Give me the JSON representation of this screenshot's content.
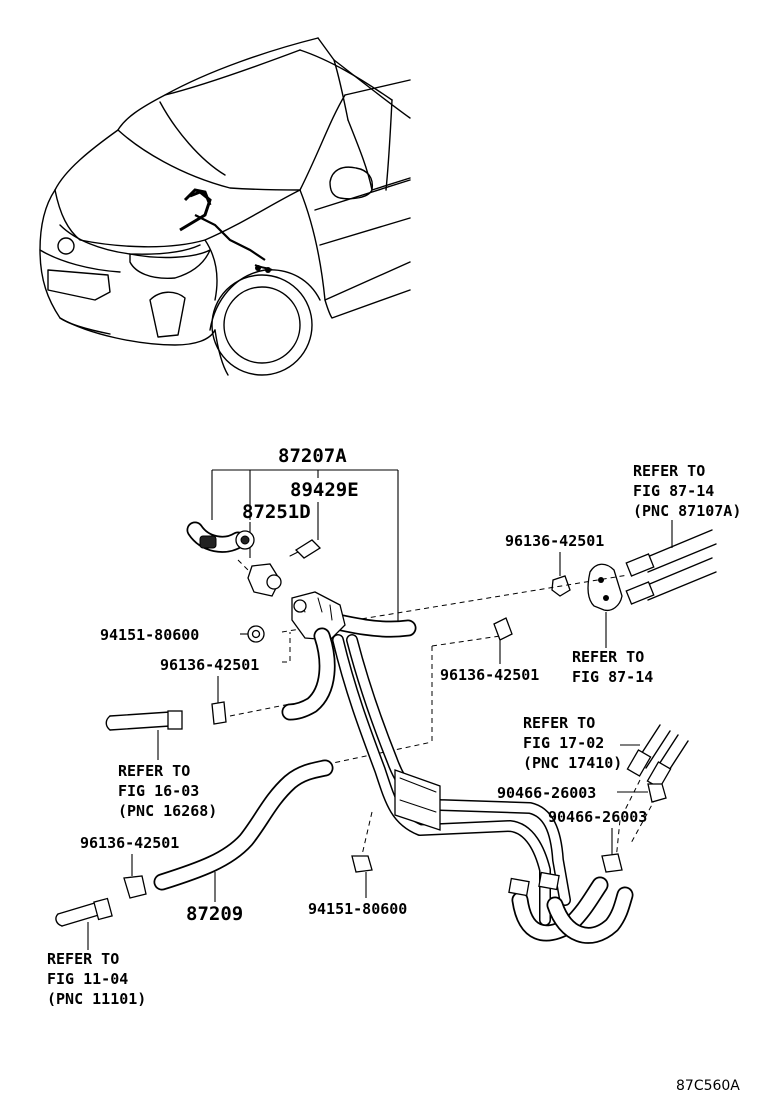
{
  "labels": {
    "p87207A": "87207A",
    "p89429E": "89429E",
    "p87251D": "87251D",
    "p94151_a": "94151-80600",
    "p96136_a": "96136-42501",
    "p96136_b": "96136-42501",
    "p96136_c": "96136-42501",
    "p96136_d": "96136-42501",
    "p87209": "87209",
    "p94151_b": "94151-80600",
    "p90466_a": "90466-26003",
    "p90466_b": "90466-26003"
  },
  "refs": {
    "fig8714_pnc": [
      "REFER TO",
      "FIG 87-14",
      "(PNC 87107A)"
    ],
    "fig8714": [
      "REFER TO",
      "FIG 87-14"
    ],
    "fig1603": [
      "REFER TO",
      "FIG 16-03",
      "(PNC 16268)"
    ],
    "fig1702": [
      "REFER TO",
      "FIG 17-02",
      "(PNC 17410)"
    ],
    "fig1104": [
      "REFER TO",
      "FIG 11-04",
      "(PNC 11101)"
    ]
  },
  "diagram_code": "87C560A"
}
